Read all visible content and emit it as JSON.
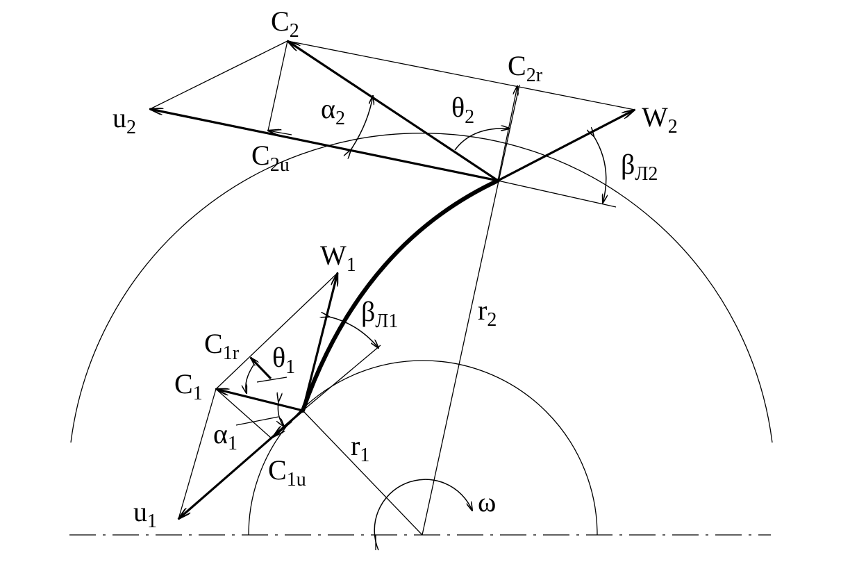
{
  "labels": {
    "c2": {
      "main": "C",
      "sub": "2"
    },
    "c2r": {
      "main": "C",
      "sub": "2r"
    },
    "u2": {
      "main": "u",
      "sub": "2"
    },
    "c2u": {
      "main": "C",
      "sub": "2u"
    },
    "w2": {
      "main": "W",
      "sub": "2"
    },
    "alpha2": {
      "main": "α",
      "sub": "2"
    },
    "theta2": {
      "main": "θ",
      "sub": "2"
    },
    "beta_l2": {
      "main": "β",
      "sub": "Л2"
    },
    "w1": {
      "main": "W",
      "sub": "1"
    },
    "beta_l1": {
      "main": "β",
      "sub": "Л1"
    },
    "r2": {
      "main": "r",
      "sub": "2"
    },
    "c1r": {
      "main": "C",
      "sub": "1r"
    },
    "theta1": {
      "main": "θ",
      "sub": "1"
    },
    "c1": {
      "main": "C",
      "sub": "1"
    },
    "alpha1": {
      "main": "α",
      "sub": "1"
    },
    "r1": {
      "main": "r",
      "sub": "1"
    },
    "c1u": {
      "main": "C",
      "sub": "1u"
    },
    "u1": {
      "main": "u",
      "sub": "1"
    },
    "omega": {
      "main": "ω"
    }
  }
}
